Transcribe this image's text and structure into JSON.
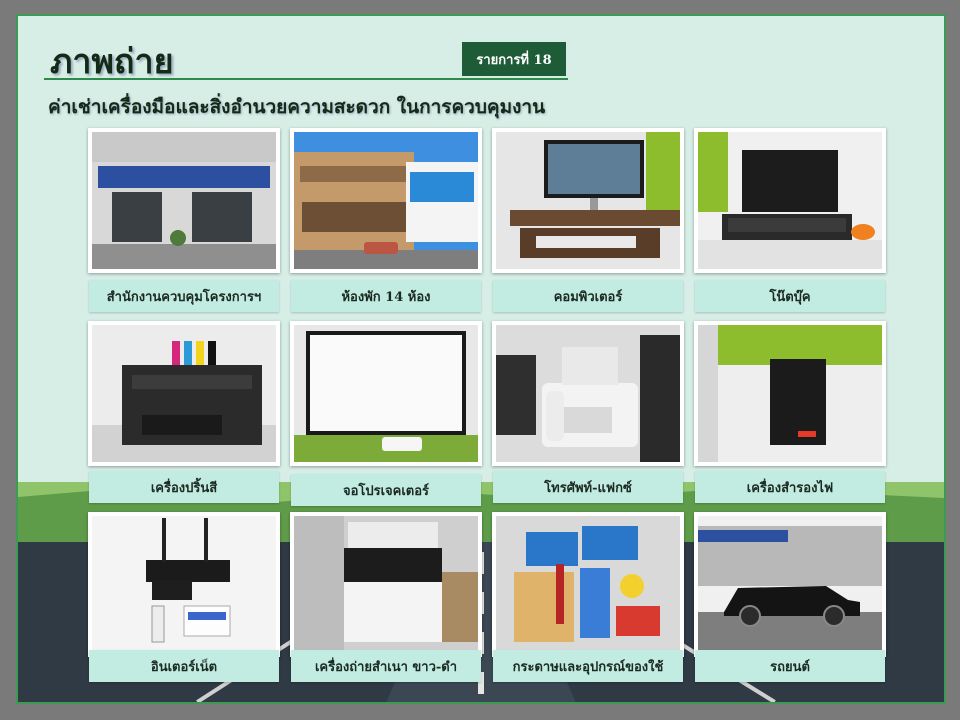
{
  "colors": {
    "frame": "#3c9a55",
    "slide_bg": "#d6eee6",
    "badge_bg": "#1d5c37",
    "caption_bg": "#c2ece1",
    "road": "#2f3a45"
  },
  "slide": {
    "title": "ภาพถ่าย",
    "badge": "รายการที่ 18",
    "subtitle": "ค่าเช่าเครื่องมือและสิ่งอำนวยความสะดวก ในการควบคุมงาน"
  },
  "items": [
    {
      "label": "สำนักงานควบคุมโครงการฯ",
      "icon": "office-building-photo"
    },
    {
      "label": "ห้องพัก 14 ห้อง",
      "icon": "shophouse-photo"
    },
    {
      "label": "คอมพิวเตอร์",
      "icon": "desktop-computer-photo"
    },
    {
      "label": "โน๊ตบุ๊ค",
      "icon": "laptop-photo"
    },
    {
      "label": "เครื่องปริ้นสี",
      "icon": "color-printer-photo"
    },
    {
      "label": "จอโปรเจคเตอร์",
      "icon": "projector-screen-photo"
    },
    {
      "label": "โทรศัพท์-แฟกซ์",
      "icon": "fax-machine-photo"
    },
    {
      "label": "เครื่องสำรองไฟ",
      "icon": "ups-photo"
    },
    {
      "label": "อินเตอร์เน็ต",
      "icon": "wifi-router-photo"
    },
    {
      "label": "เครื่องถ่ายสำเนา ขาว-ดำ",
      "icon": "photocopier-photo"
    },
    {
      "label": "กระดาษและอุปกรณ์ของใช้",
      "icon": "office-supplies-photo"
    },
    {
      "label": "รถยนต์",
      "icon": "car-photo"
    }
  ]
}
